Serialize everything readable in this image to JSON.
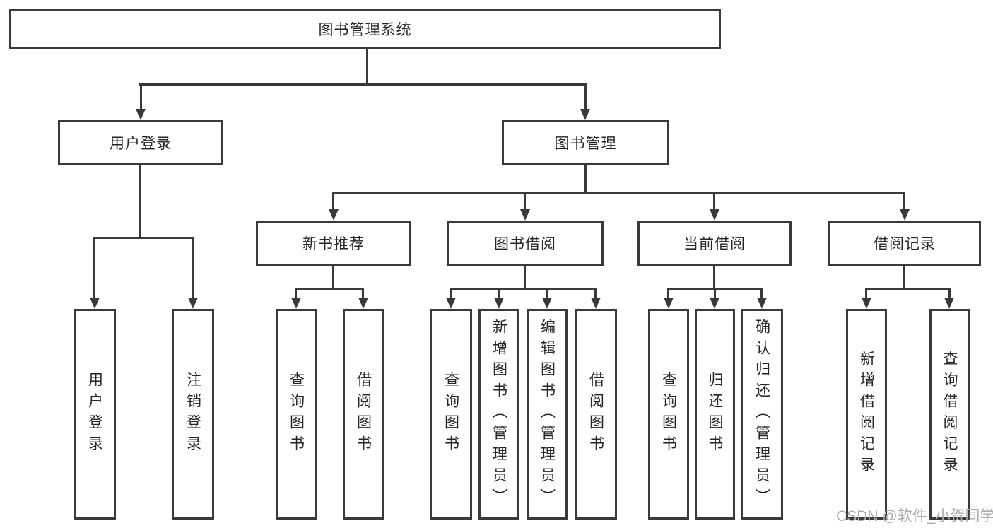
{
  "diagram": {
    "root": {
      "label": "图书管理系统"
    },
    "branches": [
      {
        "label": "用户登录",
        "leaves": [
          {
            "label": "用户登录"
          },
          {
            "label": "注销登录"
          }
        ]
      },
      {
        "label": "图书管理",
        "groups": [
          {
            "label": "新书推荐",
            "leaves": [
              {
                "label": "查询图书"
              },
              {
                "label": "借阅图书"
              }
            ]
          },
          {
            "label": "图书借阅",
            "leaves": [
              {
                "label": "查询图书"
              },
              {
                "label": "新增图书（管理员）"
              },
              {
                "label": "编辑图书（管理员）"
              },
              {
                "label": "借阅图书"
              }
            ]
          },
          {
            "label": "当前借阅",
            "leaves": [
              {
                "label": "查询图书"
              },
              {
                "label": "归还图书"
              },
              {
                "label": "确认归还（管理员）"
              }
            ]
          },
          {
            "label": "借阅记录",
            "leaves": [
              {
                "label": "新增借阅记录"
              },
              {
                "label": "查询借阅记录"
              }
            ]
          }
        ]
      }
    ]
  },
  "watermark": {
    "text": "CSDN @软件_小贺同学"
  },
  "colors": {
    "line": "#3a3a3a",
    "text": "#262626",
    "watermark": "#adadad",
    "background": "#ffffff"
  }
}
